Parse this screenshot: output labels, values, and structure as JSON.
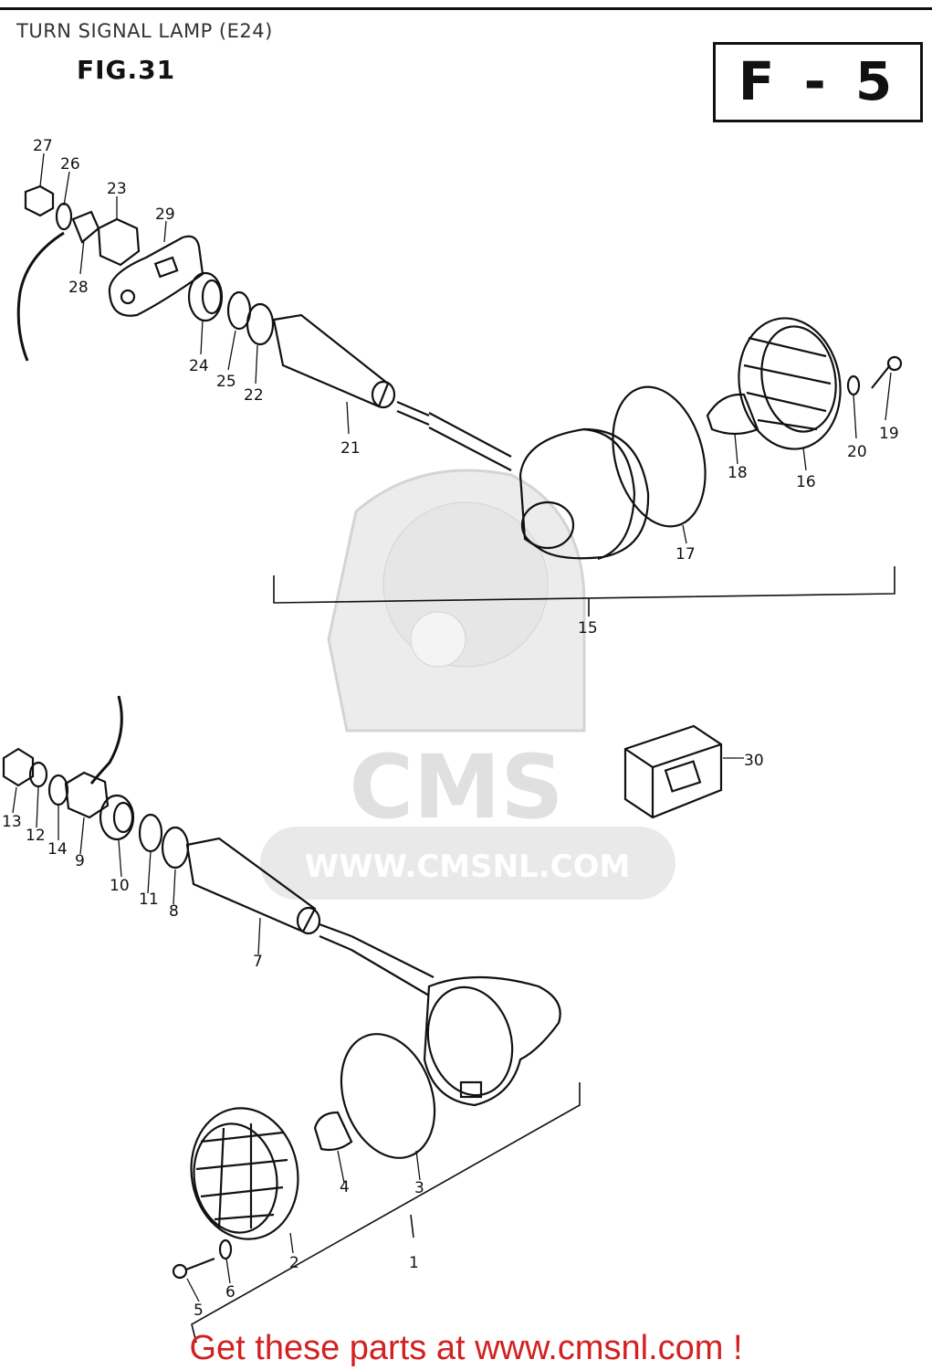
{
  "header": {
    "title": "TURN SIGNAL LAMP (E24)",
    "figure_label": "FIG.31",
    "section_code": "F - 5"
  },
  "watermark": {
    "brand": "CMS",
    "url": "WWW.CMSNL.COM"
  },
  "callouts": {
    "c1": "1",
    "c2": "2",
    "c3": "3",
    "c4": "4",
    "c5": "5",
    "c6": "6",
    "c7": "7",
    "c8": "8",
    "c9": "9",
    "c10": "10",
    "c11": "11",
    "c12": "12",
    "c13": "13",
    "c14": "14",
    "c15": "15",
    "c16": "16",
    "c17": "17",
    "c18": "18",
    "c19": "19",
    "c20": "20",
    "c21": "21",
    "c22": "22",
    "c23": "23",
    "c24": "24",
    "c25": "25",
    "c26": "26",
    "c27": "27",
    "c28": "28",
    "c29": "29",
    "c30": "30"
  },
  "footer": {
    "text": "Get these parts at www.cmsnl.com !"
  },
  "colors": {
    "footer_text": "#d32020",
    "line_art": "#111111",
    "watermark": "#dcdcdc"
  }
}
